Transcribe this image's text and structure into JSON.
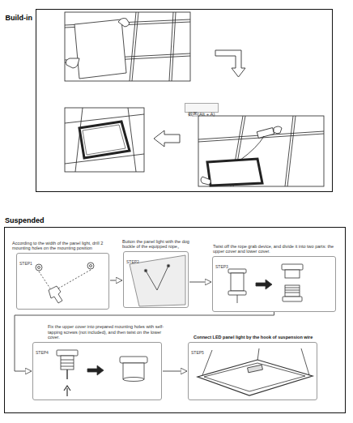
{
  "diagram": {
    "nodes": [
      {
        "text": [
          "Build-in"
        ]
      },
      {
        "text": [
          "截图(Alt + A)"
        ],
        "in": 0
      },
      {
        "text": [
          "Suspended"
        ]
      },
      {
        "text": [
          "According to the width of the panel light, drill 2 mounting holes on the mounting position",
          "STEP1"
        ],
        "in": 2
      },
      {
        "text": [
          "Button the panel light with the dog buckle of the equipped rope。",
          "STEP2"
        ],
        "in": 2
      },
      {
        "text": [
          "Twist off the rope grab device, and divide it into two parts: the upper cover and lower cover.",
          "STEP3"
        ],
        "in": 2
      },
      {
        "text": [
          "Fix the upper cover into prepared mounting holes with self-tapping screws (not included), and then twist on the lower cover.",
          "STEP4"
        ],
        "in": 2
      },
      {
        "text": [
          "Connect LED panel light by the hook of suspension wire",
          "STEP5"
        ],
        "in": 2
      }
    ],
    "edges": [
      {
        "from": 3,
        "to": 4,
        "arrow": "to"
      },
      {
        "from": 4,
        "to": 5,
        "arrow": "to"
      },
      {
        "from": 5,
        "to": 6,
        "arrow": "to"
      },
      {
        "from": 6,
        "to": 7,
        "arrow": "to"
      }
    ]
  }
}
